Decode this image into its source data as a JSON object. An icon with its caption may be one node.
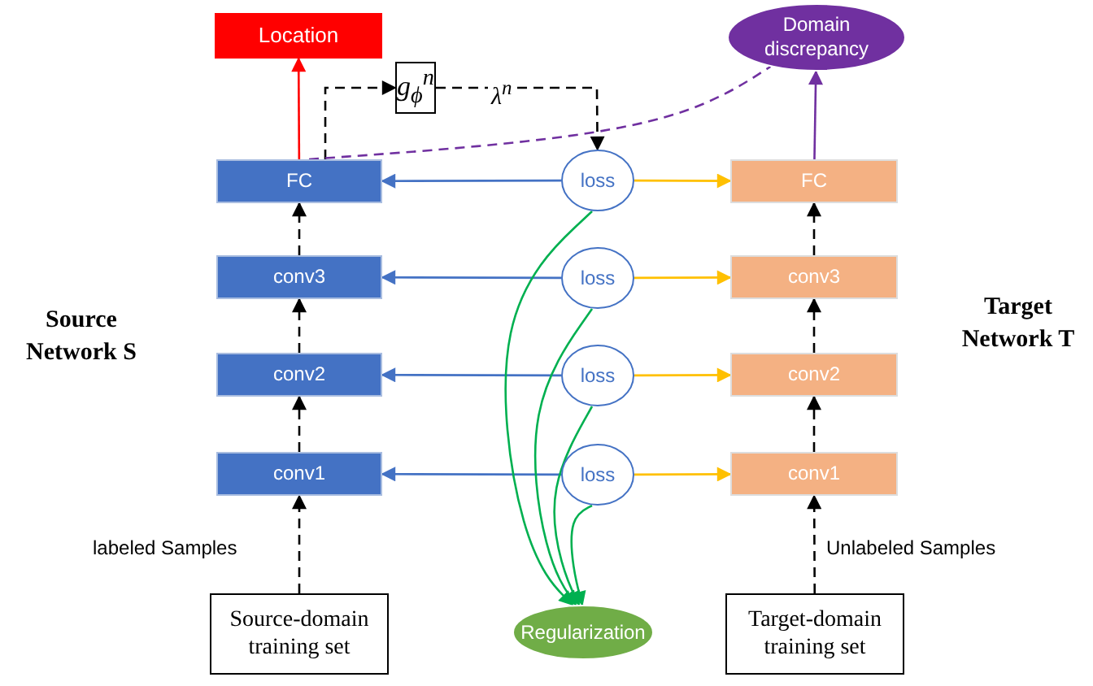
{
  "diagram": {
    "nodes": [
      {
        "text": [
          "Location"
        ]
      },
      {
        "text": [
          "g$_{ϕ}$$^{n}$"
        ]
      },
      {
        "text": [
          "Domain discrepancy"
        ]
      },
      {
        "text": [
          "FC"
        ]
      },
      {
        "text": [
          "loss"
        ]
      },
      {
        "text": [
          "FC"
        ]
      },
      {
        "text": [
          "conv3"
        ]
      },
      {
        "text": [
          "loss"
        ]
      },
      {
        "text": [
          "conv3"
        ]
      },
      {
        "text": [
          "conv2"
        ]
      },
      {
        "text": [
          "loss"
        ]
      },
      {
        "text": [
          "conv2"
        ]
      },
      {
        "text": [
          "conv1"
        ]
      },
      {
        "text": [
          "loss"
        ]
      },
      {
        "text": [
          "conv1"
        ]
      },
      {
        "text": [
          "Source-domain training set"
        ]
      },
      {
        "text": [
          "Regularization"
        ]
      },
      {
        "text": [
          "Target-domain training set"
        ]
      }
    ],
    "edges": [
      {
        "from": 3,
        "to": 0,
        "arrow": "to",
        "color": "#ff0000"
      },
      {
        "from": 3,
        "to": 1,
        "arrow": "to",
        "style": "dashed"
      },
      {
        "from": 1,
        "to": 4,
        "arrow": "to",
        "style": "dashed",
        "label": "λ$^{n}$"
      },
      {
        "from": 3,
        "to": 2,
        "arrow": "none",
        "style": "dashed",
        "color": "#7030a0"
      },
      {
        "from": 5,
        "to": 2,
        "arrow": "to",
        "color": "#7030a0"
      },
      {
        "from": 4,
        "to": 3,
        "arrow": "to",
        "color": "#4472c4"
      },
      {
        "from": 4,
        "to": 5,
        "arrow": "to",
        "color": "#ffc000"
      },
      {
        "from": 7,
        "to": 6,
        "arrow": "to",
        "color": "#4472c4"
      },
      {
        "from": 7,
        "to": 8,
        "arrow": "to",
        "color": "#ffc000"
      },
      {
        "from": 10,
        "to": 9,
        "arrow": "to",
        "color": "#4472c4"
      },
      {
        "from": 10,
        "to": 11,
        "arrow": "to",
        "color": "#ffc000"
      },
      {
        "from": 13,
        "to": 12,
        "arrow": "to",
        "color": "#4472c4"
      },
      {
        "from": 13,
        "to": 14,
        "arrow": "to",
        "color": "#ffc000"
      },
      {
        "from": 6,
        "to": 3,
        "arrow": "to",
        "style": "dashed"
      },
      {
        "from": 9,
        "to": 6,
        "arrow": "to",
        "style": "dashed"
      },
      {
        "from": 12,
        "to": 9,
        "arrow": "to",
        "style": "dashed"
      },
      {
        "from": 8,
        "to": 5,
        "arrow": "to",
        "style": "dashed"
      },
      {
        "from": 11,
        "to": 8,
        "arrow": "to",
        "style": "dashed"
      },
      {
        "from": 14,
        "to": 11,
        "arrow": "to",
        "style": "dashed"
      },
      {
        "from": 15,
        "to": 12,
        "arrow": "to",
        "style": "dashed",
        "label": "labeled Samples"
      },
      {
        "from": 17,
        "to": 14,
        "arrow": "to",
        "style": "dashed",
        "label": "Unlabeled Samples"
      },
      {
        "from": 4,
        "to": 16,
        "arrow": "to",
        "color": "#00b050"
      },
      {
        "from": 7,
        "to": 16,
        "arrow": "to",
        "color": "#00b050"
      },
      {
        "from": 10,
        "to": 16,
        "arrow": "to",
        "color": "#00b050"
      },
      {
        "from": 13,
        "to": 16,
        "arrow": "to",
        "color": "#00b050"
      }
    ],
    "labels": [
      "Source Network S",
      "Target Network T"
    ]
  }
}
